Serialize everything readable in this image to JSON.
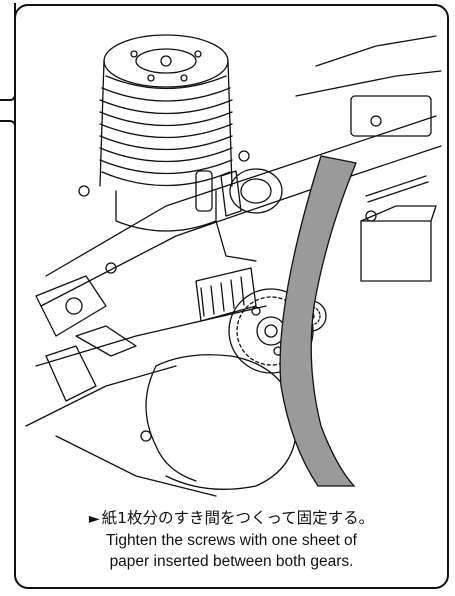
{
  "caption": {
    "arrow": "►",
    "japanese": "紙1枚分のすき間をつくって固定する。",
    "english_line1": "Tighten the screws with one sheet of",
    "english_line2": "paper inserted between both gears."
  },
  "colors": {
    "line": "#111111",
    "paper_strip": "#9a9a9a",
    "background": "#ffffff"
  }
}
